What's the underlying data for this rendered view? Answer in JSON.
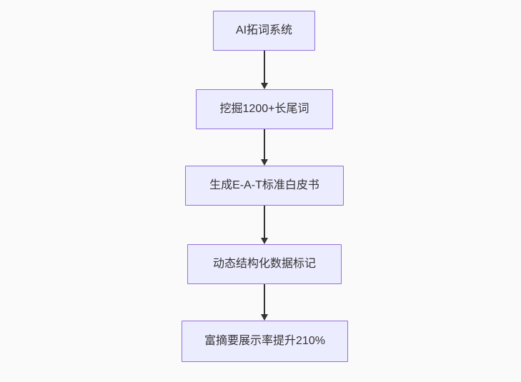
{
  "flowchart": {
    "direction": "top-down",
    "nodes": [
      {
        "id": "n1",
        "label": "AI拓词系统"
      },
      {
        "id": "n2",
        "label": "挖掘1200+长尾词"
      },
      {
        "id": "n3",
        "label": "生成E-A-T标准白皮书"
      },
      {
        "id": "n4",
        "label": "动态结构化数据标记"
      },
      {
        "id": "n5",
        "label": "富摘要展示率提升210%"
      }
    ],
    "edges": [
      {
        "from": "n1",
        "to": "n2"
      },
      {
        "from": "n2",
        "to": "n3"
      },
      {
        "from": "n3",
        "to": "n4"
      },
      {
        "from": "n4",
        "to": "n5"
      }
    ]
  },
  "colors": {
    "node-fill": "#ECECFF",
    "node-border": "#9370DB",
    "node-text": "#333333",
    "arrow": "#333333",
    "background": "#FAFAFA"
  }
}
